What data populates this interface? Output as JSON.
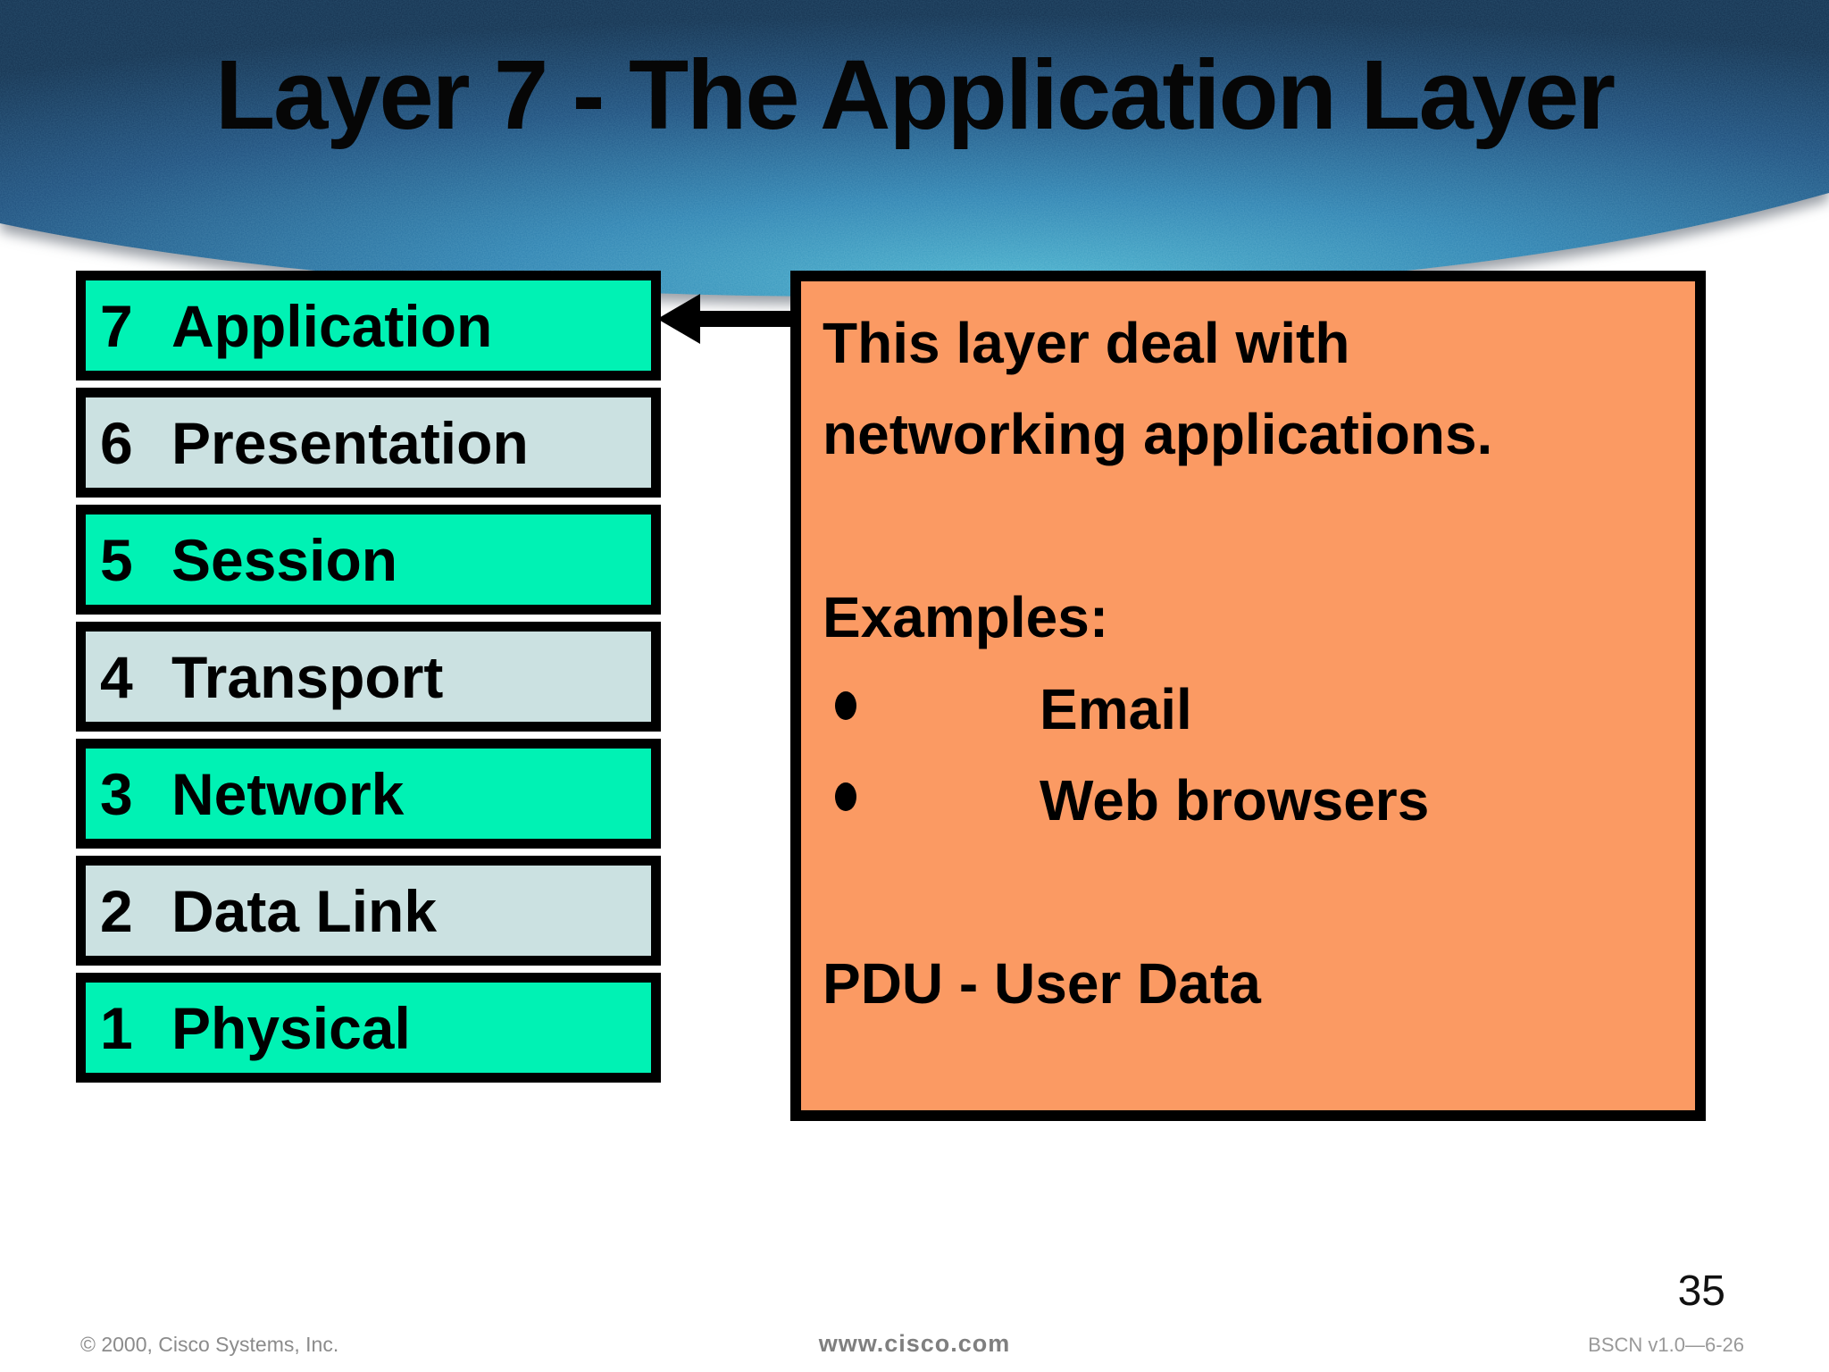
{
  "slide": {
    "title": "Layer 7 - The Application Layer",
    "page_number": "35",
    "osi_stack": {
      "layers": [
        {
          "number": "7",
          "name": "Application",
          "highlight": true
        },
        {
          "number": "6",
          "name": "Presentation",
          "highlight": false
        },
        {
          "number": "5",
          "name": "Session",
          "highlight": true
        },
        {
          "number": "4",
          "name": "Transport",
          "highlight": false
        },
        {
          "number": "3",
          "name": "Network",
          "highlight": true
        },
        {
          "number": "2",
          "name": "Data Link",
          "highlight": false
        },
        {
          "number": "1",
          "name": "Physical",
          "highlight": true
        }
      ]
    },
    "info_box": {
      "lines": [
        {
          "type": "text",
          "text": "This layer deal with"
        },
        {
          "type": "text",
          "text": "networking applications."
        },
        {
          "type": "blank"
        },
        {
          "type": "text",
          "text": "Examples:"
        },
        {
          "type": "bullet",
          "text": "Email"
        },
        {
          "type": "bullet",
          "text": "Web browsers"
        },
        {
          "type": "blank"
        },
        {
          "type": "text",
          "text": "PDU - User Data"
        }
      ]
    },
    "footer": {
      "copyright": "© 2000, Cisco Systems, Inc.",
      "website": "www.cisco.com",
      "course_code": "BSCN v1.0—6-26"
    },
    "colors": {
      "teal_layer": "#00F2B4",
      "gray_layer": "#CBE1E1",
      "info_box_fill": "#FB9A63",
      "banner_light": "#46AECB",
      "banner_mid": "#2E81B0",
      "banner_deep": "#1E4E7C",
      "banner_dark": "#14304E",
      "border_black": "#000000"
    }
  }
}
